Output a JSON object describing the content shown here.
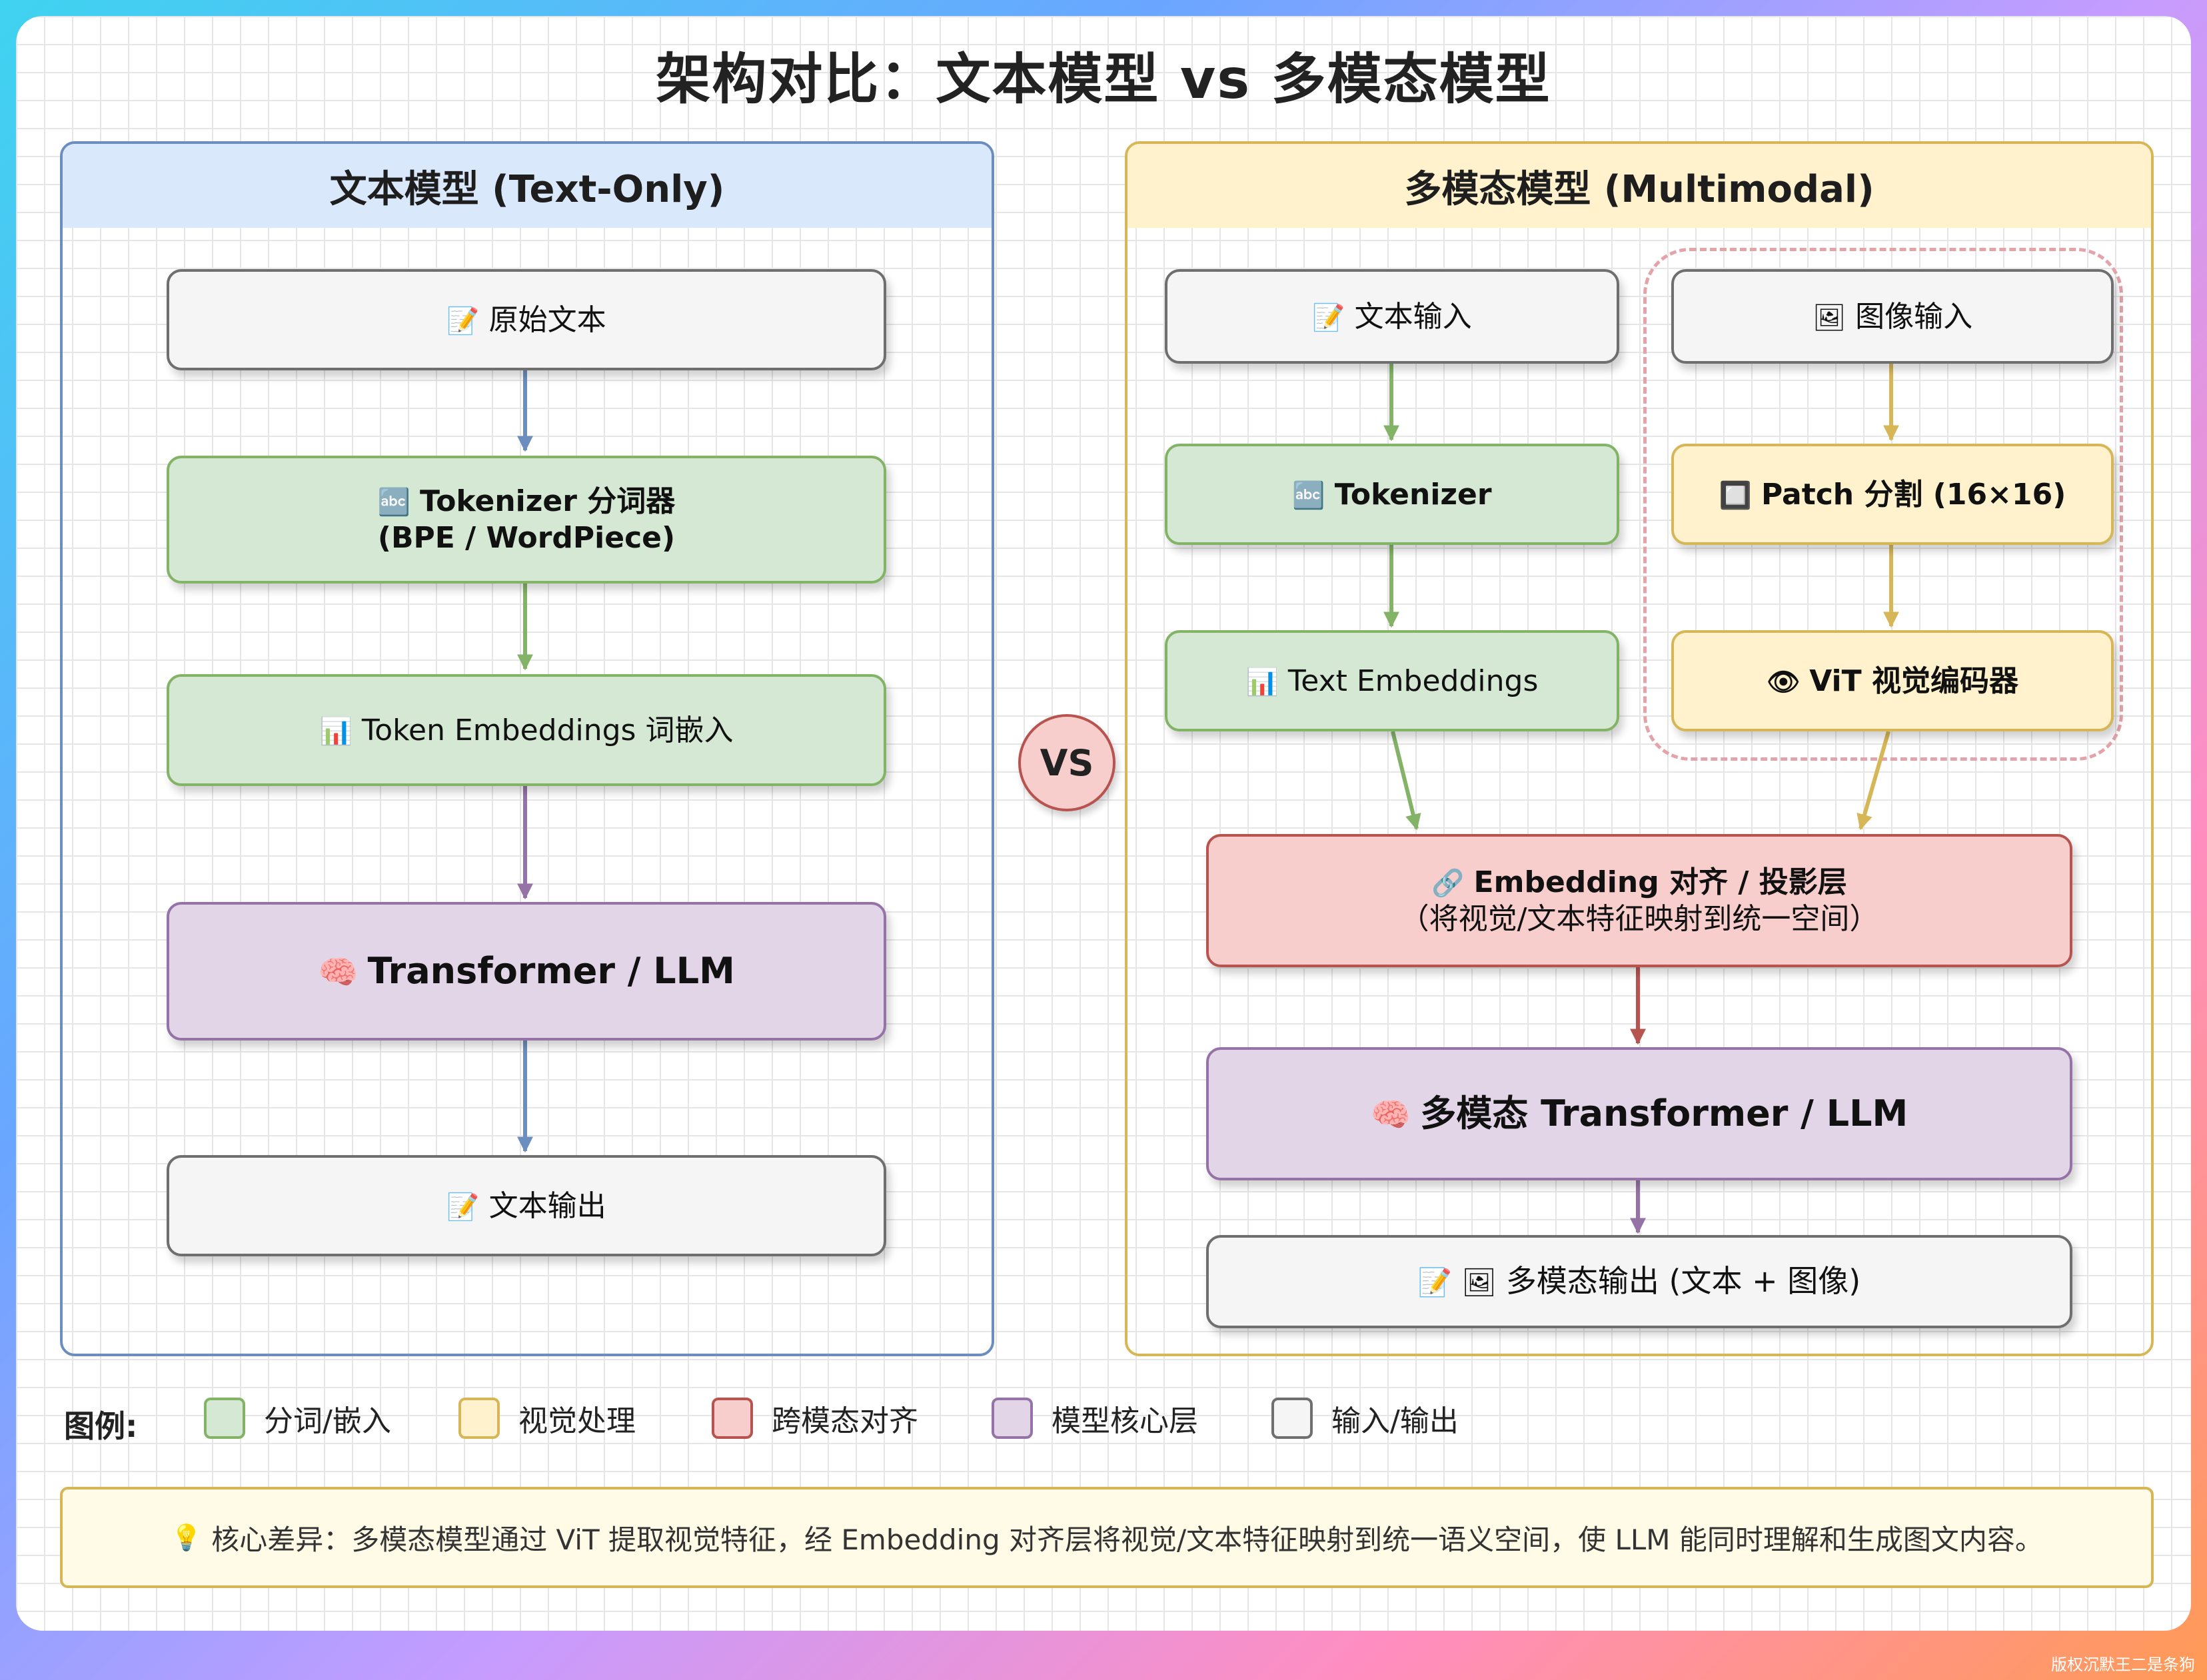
{
  "title": "架构对比：文本模型 vs 多模态模型",
  "left_panel": {
    "header": "文本模型 (Text-Only)",
    "nodes": {
      "raw_text": "原始文本",
      "tokenizer_line1": "Tokenizer 分词器",
      "tokenizer_line2": "(BPE / WordPiece)",
      "token_embeddings": "Token Embeddings 词嵌入",
      "transformer": "Transformer / LLM",
      "text_output": "文本输出"
    }
  },
  "vs_label": "VS",
  "right_panel": {
    "header": "多模态模型 (Multimodal)",
    "nodes": {
      "text_input": "文本输入",
      "image_input": "图像输入",
      "tokenizer": "Tokenizer",
      "patch_split": "Patch 分割 (16×16)",
      "text_embeddings": "Text Embeddings",
      "vit_encoder": "ViT 视觉编码器",
      "alignment_line1": "Embedding 对齐 / 投影层",
      "alignment_line2": "（将视觉/文本特征映射到统一空间）",
      "mm_transformer": "多模态 Transformer / LLM",
      "mm_output": "多模态输出 (文本 + 图像)"
    }
  },
  "icons": {
    "memo": "📝",
    "abc": "🔤",
    "bar_chart": "📊",
    "brain": "🧠",
    "picture": "🖼",
    "square": "🔲",
    "eye": "👁",
    "link": "🔗",
    "bulb": "💡"
  },
  "legend": {
    "title": "图例:",
    "items": [
      {
        "label": "分词/嵌入",
        "fill": "#d5e8d4",
        "stroke": "#82b366"
      },
      {
        "label": "视觉处理",
        "fill": "#fff2cc",
        "stroke": "#d6b656"
      },
      {
        "label": "跨模态对齐",
        "fill": "#f8cecc",
        "stroke": "#b85450"
      },
      {
        "label": "模型核心层",
        "fill": "#e1d5e7",
        "stroke": "#9673a6"
      },
      {
        "label": "输入/输出",
        "fill": "#f5f5f5",
        "stroke": "#6f6f6f"
      }
    ]
  },
  "note": "核心差异：多模态模型通过 ViT 提取视觉特征，经 Embedding 对齐层将视觉/文本特征映射到统一语义空间，使 LLM 能同时理解和生成图文内容。",
  "watermark": "版权沉默王二是条狗",
  "colors": {
    "blue": "#6c8ebf",
    "green": "#82b366",
    "yellow": "#d6b656",
    "red": "#b85450",
    "purple": "#9673a6",
    "gray": "#6f6f6f"
  }
}
